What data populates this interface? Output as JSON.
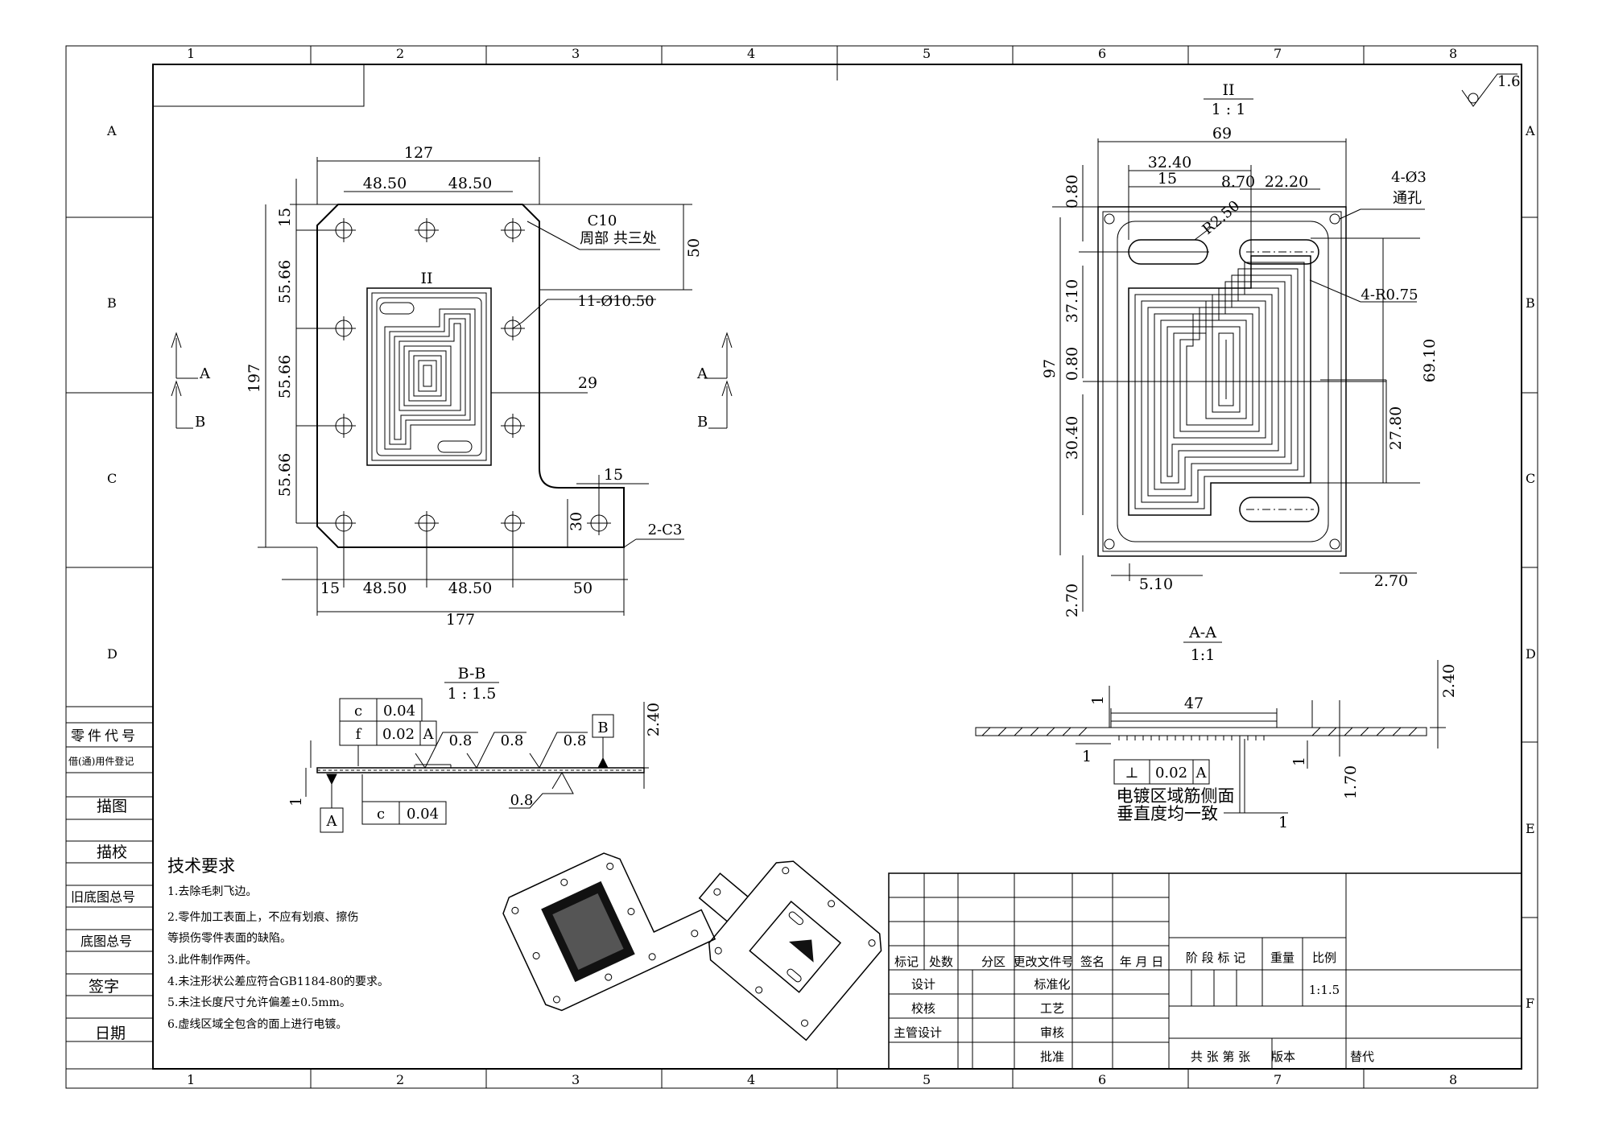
{
  "frame": {
    "columns": [
      "1",
      "2",
      "3",
      "4",
      "5",
      "6",
      "7",
      "8"
    ],
    "rows": [
      "A",
      "B",
      "C",
      "D",
      "E",
      "F"
    ]
  },
  "left_strip": {
    "part_code": "零件代号",
    "borrow_reg": "借(通)用件登记",
    "trace": "描图",
    "trace_check": "描校",
    "old_base_no": "旧底图总号",
    "base_no": "底图总号",
    "sign": "签字",
    "date": "日期"
  },
  "roughness": "1.6",
  "front_view": {
    "dims": [
      "127",
      "48.50",
      "48.50",
      "15",
      "55.66",
      "55.66",
      "55.66",
      "197",
      "50",
      "29",
      "15",
      "30",
      "15",
      "48.50",
      "48.50",
      "50",
      "177"
    ],
    "chamfer_label": "C10",
    "chamfer_note": "周部 共三处",
    "hole_label": "11-Ø10.50",
    "chamfer2": "2-C3",
    "detail_mark": "II",
    "section_a": "A",
    "section_b": "B"
  },
  "detail_view": {
    "title": "II",
    "scale": "1 : 1",
    "dims_top": [
      "69",
      "32.40",
      "15",
      "8.70",
      "22.20"
    ],
    "dims_left": [
      "0.80",
      "37.10",
      "0.80",
      "30.40",
      "97",
      "2.70"
    ],
    "dims_right": [
      "69.10",
      "27.80"
    ],
    "dims_bottom": [
      "5.10",
      "2.70"
    ],
    "radius": "R2.50",
    "holes": "4-Ø3",
    "holes_note": "通孔",
    "corner_r": "4-R0.75"
  },
  "section_bb": {
    "title": "B-B",
    "scale": "1 : 1.5",
    "gdt1": [
      "c",
      "0.04"
    ],
    "gdt2": [
      "f",
      "0.02",
      "A"
    ],
    "gdt3": [
      "c",
      "0.04"
    ],
    "rough": [
      "0.8",
      "0.8",
      "0.8",
      "0.8"
    ],
    "datum_a": "A",
    "datum_b": "B",
    "dim_thick": "2.40",
    "dim_one": "1"
  },
  "section_aa": {
    "title": "A-A",
    "scale": "1:1",
    "width": "47",
    "thick": "2.40",
    "rib": "1.70",
    "ones": [
      "1",
      "1",
      "1",
      "1"
    ],
    "gdt": [
      "⊥",
      "0.02",
      "A"
    ],
    "note1": "电镀区域筋侧面",
    "note2": "垂直度均一致"
  },
  "tech_req": {
    "title": "技术要求",
    "items": [
      "1.去除毛刺飞边。",
      "2.零件加工表面上，不应有划痕、擦伤",
      "等损伤零件表面的缺陷。",
      "3.此件制作两件。",
      "4.未注形状公差应符合GB1184-80的要求。",
      "5.未注长度尺寸允许偏差±0.5mm。",
      "6.虚线区域全包含的面上进行电镀。"
    ]
  },
  "title_block": {
    "rev_headers": [
      "标记",
      "处数",
      "分区",
      "更改文件号",
      "签名",
      "年 月 日"
    ],
    "design": "设计",
    "check": "校核",
    "chief": "主管设计",
    "standard": "标准化",
    "process": "工艺",
    "review": "审核",
    "approve": "批准",
    "stage": "阶 段 标 记",
    "weight": "重量",
    "scale_label": "比例",
    "scale": "1:1.5",
    "sheets": "共 张 第 张",
    "version": "版本",
    "replace": "替代"
  }
}
